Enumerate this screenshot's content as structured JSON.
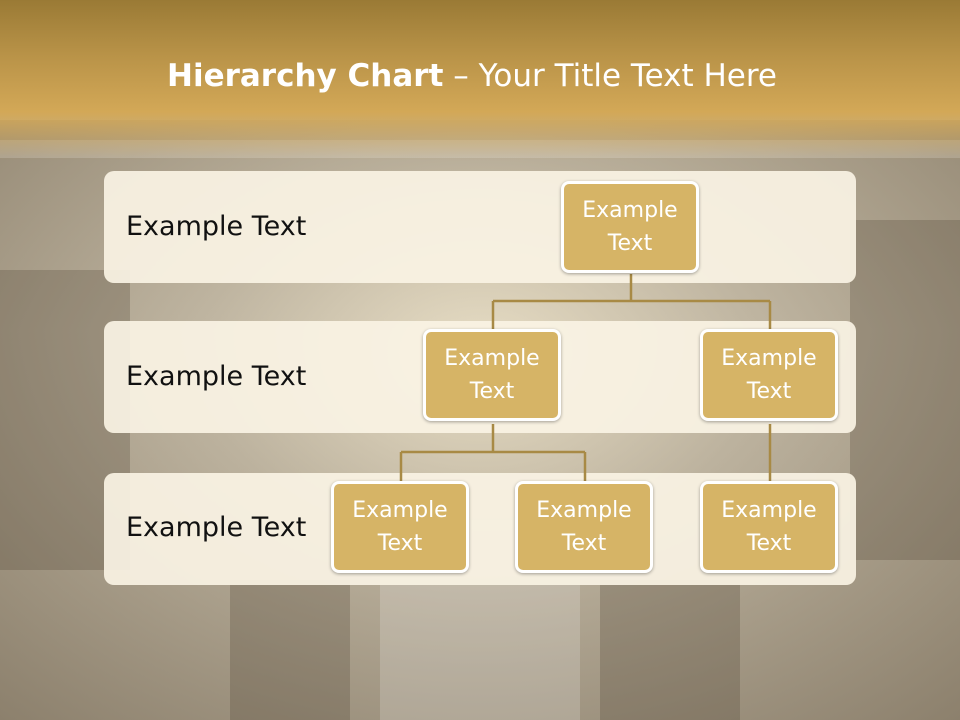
{
  "title": {
    "bold": "Hierarchy Chart",
    "dash": " – ",
    "rest": "Your Title Text Here"
  },
  "levels": [
    {
      "label": "Example Text"
    },
    {
      "label": "Example Text"
    },
    {
      "label": "Example Text"
    }
  ],
  "nodes": {
    "root": "Example Text",
    "mid_left": "Example Text",
    "mid_right": "Example Text",
    "leaf_1": "Example Text",
    "leaf_2": "Example Text",
    "leaf_3": "Example Text"
  },
  "colors": {
    "node_fill": "#d6b466",
    "connector": "#a88a45",
    "band": "#faf3e4",
    "header": "#c99f50"
  }
}
